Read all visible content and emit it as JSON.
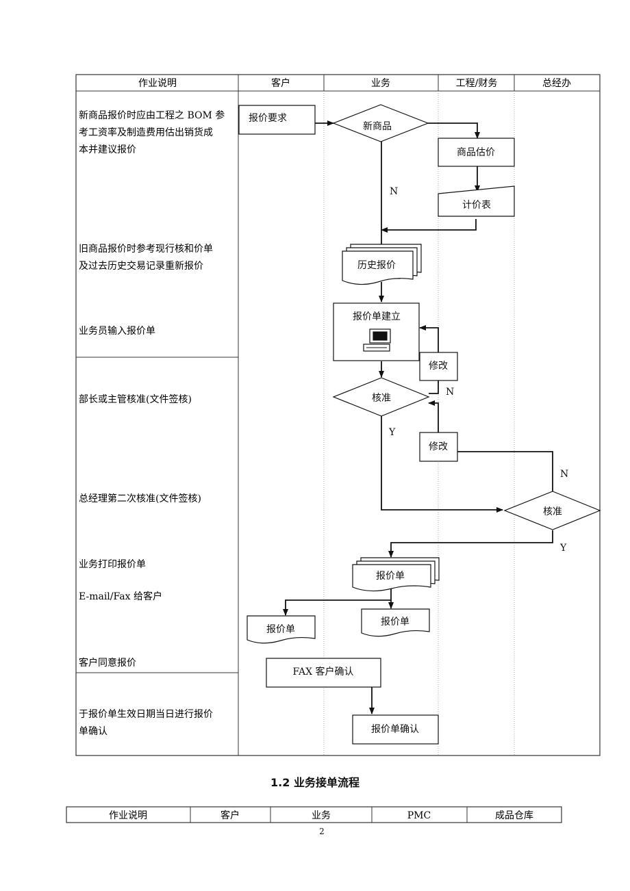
{
  "table1": {
    "headers": [
      "作业说明",
      "客户",
      "业务",
      "工程/财务",
      "总经办"
    ],
    "descriptions": [
      [
        "新商品报价时应由工程之 BOM 参",
        "考工资率及制造费用估出销货成",
        "本并建议报价"
      ],
      [
        "旧商品报价时参考现行核和价单",
        "及过去历史交易记录重新报价"
      ],
      [
        "业务员输入报价单"
      ],
      [
        "部长或主管核准(文件签核)"
      ],
      [
        "总经理第二次核准(文件签核)"
      ],
      [
        "业务打印报价单"
      ],
      [
        "E-mail/Fax 给客户"
      ],
      [
        "客户同意报价"
      ],
      [
        "于报价单生效日期当日进行报价",
        "单确认"
      ]
    ]
  },
  "nodes": {
    "quote_request": "报价要求",
    "new_product": "新商品",
    "product_estimate": "商品估价",
    "pricing_sheet": "计价表",
    "history_quote": "历史报价",
    "quote_create": "报价单建立",
    "modify_1": "修改",
    "approve_1": "核准",
    "modify_2": "修改",
    "approve_2": "核准",
    "quote_print": "报价单",
    "quote_customer": "报价单",
    "quote_business": "报价单",
    "fax_confirm": "FAX 客户确认",
    "quote_confirm": "报价单确认"
  },
  "labels": {
    "n1": "N",
    "n2": "N",
    "y1": "Y",
    "n3": "N",
    "y2": "Y"
  },
  "section_title": "1.2 业务接单流程",
  "table2": {
    "headers": [
      "作业说明",
      "客户",
      "业务",
      "PMC",
      "成品仓库"
    ]
  },
  "page_number": "2"
}
